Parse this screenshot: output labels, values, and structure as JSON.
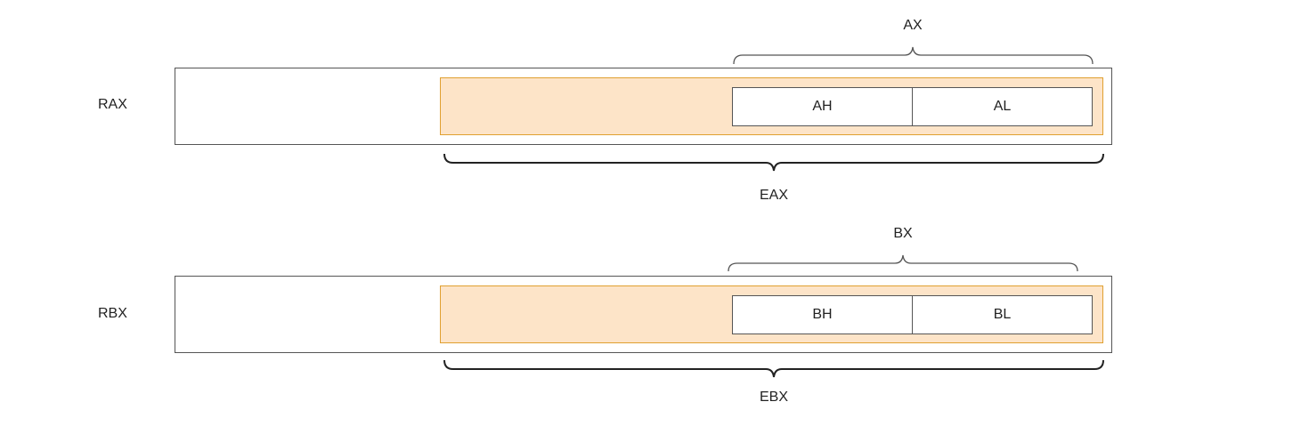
{
  "registers": [
    {
      "name": "RAX",
      "sub32": "EAX",
      "sub16": "AX",
      "high8": "AH",
      "low8": "AL"
    },
    {
      "name": "RBX",
      "sub32": "EBX",
      "sub16": "BX",
      "high8": "BH",
      "low8": "BL"
    }
  ],
  "colors": {
    "outline": "#555555",
    "inner_fill": "#fde4c8",
    "inner_border": "#e0a030",
    "brace_16": "#555555",
    "brace_32": "#222222"
  }
}
